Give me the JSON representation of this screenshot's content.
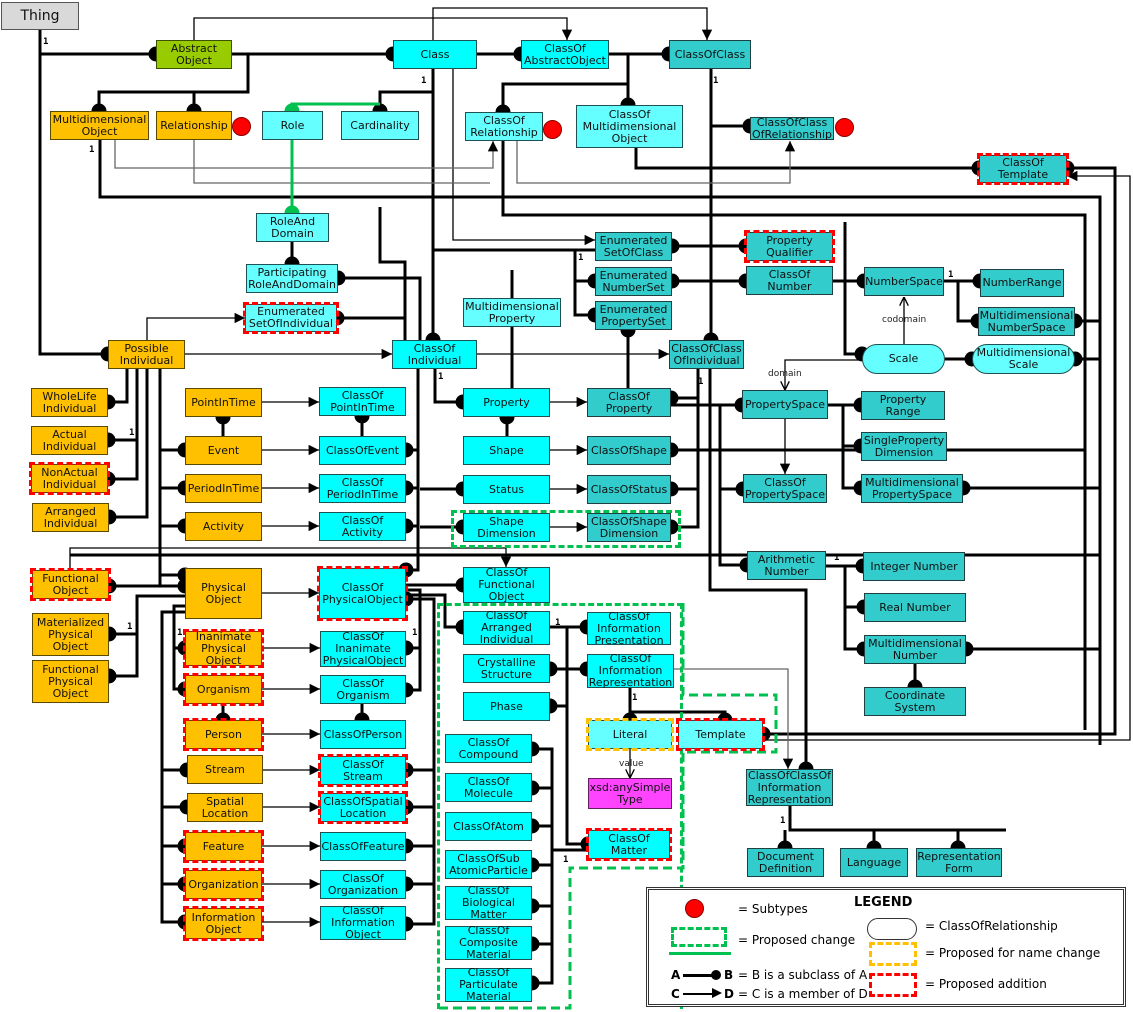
{
  "diagram": {
    "nodes": {
      "thing": "Thing",
      "abstract_object": "Abstract\nObject",
      "class": "Class",
      "class_of_abstract_object": "ClassOf\nAbstractObject",
      "class_of_class": "ClassOfClass",
      "multidimensional_object": "Multidimensional\nObject",
      "relationship": "Relationship",
      "role": "Role",
      "cardinality": "Cardinality",
      "class_of_relationship": "ClassOf\nRelationship",
      "class_of_multidimensional_object": "ClassOf\nMultidimensional\nObject",
      "class_of_class_of_relationship": "ClassOfClass\nOfRelationship",
      "class_of_template": "ClassOf\nTemplate",
      "role_and_domain": "RoleAnd\nDomain",
      "participating_role_and_domain": "Participating\nRoleAndDomain",
      "enumerated_set_of_individual": "Enumerated\nSetOfIndividual",
      "enumerated_set_of_class": "Enumerated\nSetOfClass",
      "enumerated_number_set": "Enumerated\nNumberSet",
      "enumerated_property_set": "Enumerated\nPropertySet",
      "property_qualifier": "Property\nQualifier",
      "class_of_number": "ClassOf\nNumber",
      "number_space": "NumberSpace",
      "number_range": "NumberRange",
      "multidimensional_number_space": "Multidimensional\nNumberSpace",
      "scale": "Scale",
      "multidimensional_scale": "Multidimensional\nScale",
      "multidimensional_property": "Multidimensional\nProperty",
      "possible_individual": "Possible\nIndividual",
      "class_of_individual": "ClassOf\nIndividual",
      "class_of_class_of_individual": "ClassOfClass\nOfIndividual",
      "whole_life_individual": "WholeLife\nIndividual",
      "actual_individual": "Actual\nIndividual",
      "non_actual_individual": "NonActual\nIndividual",
      "arranged_individual": "Arranged\nIndividual",
      "point_in_time": "PointInTime",
      "event": "Event",
      "period_in_time": "PeriodInTime",
      "activity": "Activity",
      "class_of_point_in_time": "ClassOf\nPointInTime",
      "class_of_event": "ClassOfEvent",
      "class_of_period_in_time": "ClassOf\nPeriodInTime",
      "class_of_activity": "ClassOf\nActivity",
      "property": "Property",
      "shape": "Shape",
      "status": "Status",
      "shape_dimension": "Shape\nDimension",
      "class_of_property": "ClassOf\nProperty",
      "class_of_shape": "ClassOfShape",
      "class_of_status": "ClassOfStatus",
      "class_of_shape_dimension": "ClassOfShape\nDimension",
      "property_space": "PropertySpace",
      "property_range": "Property\nRange",
      "single_property_dimension": "SingleProperty\nDimension",
      "class_of_property_space": "ClassOf\nPropertySpace",
      "multidimensional_property_space": "Multidimensional\nPropertySpace",
      "arithmetic_number": "Arithmetic\nNumber",
      "integer_number": "Integer Number",
      "real_number": "Real Number",
      "multidimensional_number": "Multidimensional\nNumber",
      "coordinate_system": "Coordinate\nSystem",
      "functional_object": "Functional\nObject",
      "materialized_physical_object": "Materialized\nPhysical\nObject",
      "functional_physical_object": "Functional\nPhysical\nObject",
      "physical_object": "Physical\nObject",
      "class_of_physical_object": "ClassOf\nPhysicalObject",
      "class_of_functional_object": "ClassOf\nFunctional\nObject",
      "inanimate_physical_object": "Inanimate\nPhysical\nObject",
      "organism": "Organism",
      "person": "Person",
      "stream": "Stream",
      "spatial_location": "Spatial\nLocation",
      "feature": "Feature",
      "organization": "Organization",
      "information_object": "Information\nObject",
      "class_of_inanimate_physical_object": "ClassOf\nInanimate\nPhysicalObject",
      "class_of_organism": "ClassOf\nOrganism",
      "class_of_person": "ClassOfPerson",
      "class_of_stream": "ClassOf\nStream",
      "class_of_spatial_location": "ClassOfSpatial\nLocation",
      "class_of_feature": "ClassOfFeature",
      "class_of_organization": "ClassOf\nOrganization",
      "class_of_information_object": "ClassOf\nInformation\nObject",
      "class_of_arranged_individual": "ClassOf\nArranged\nIndividual",
      "crystalline_structure": "Crystalline\nStructure",
      "phase": "Phase",
      "class_of_information_presentation": "ClassOf\nInformation\nPresentation",
      "class_of_information_representation": "ClassOf\nInformation\nRepresentation",
      "literal": "Literal",
      "template": "Template",
      "xsd_any_simple_type": "xsd:anySimple\nType",
      "class_of_compound": "ClassOf\nCompound",
      "class_of_molecule": "ClassOf\nMolecule",
      "class_of_atom": "ClassOfAtom",
      "class_of_sub_atomic_particle": "ClassOfSub\nAtomicParticle",
      "class_of_biological_matter": "ClassOf\nBiological\nMatter",
      "class_of_composite_material": "ClassOf\nComposite\nMaterial",
      "class_of_particulate_material": "ClassOf\nParticulate\nMaterial",
      "class_of_matter": "ClassOf\nMatter",
      "class_of_class_of_information_representation": "ClassOfClassOf\nInformation\nRepresentation",
      "document_definition": "Document\nDefinition",
      "language": "Language",
      "representation_form": "Representation\nForm"
    },
    "edge_labels": {
      "codomain": "codomain",
      "domain": "domain",
      "value": "value",
      "cardinality_one": "1"
    },
    "legend": {
      "title": "LEGEND",
      "subtypes": "= Subtypes",
      "proposed_change": "= Proposed change",
      "subclass": "= B is a subclass of A",
      "member": "= C is a member of D",
      "class_of_relationship": "= ClassOfRelationship",
      "name_change": "= Proposed for name change",
      "addition": "= Proposed addition",
      "a": "A",
      "b": "B",
      "c": "C",
      "d": "D"
    },
    "colors": {
      "individual": "#ffc000",
      "class": "#00ffff",
      "class_of_class": "#33cccc",
      "abstract_object": "#99cc00",
      "proposed_addition": "#ff0000",
      "proposed_change": "#00c050",
      "proposed_name_change": "#ffc000"
    }
  }
}
